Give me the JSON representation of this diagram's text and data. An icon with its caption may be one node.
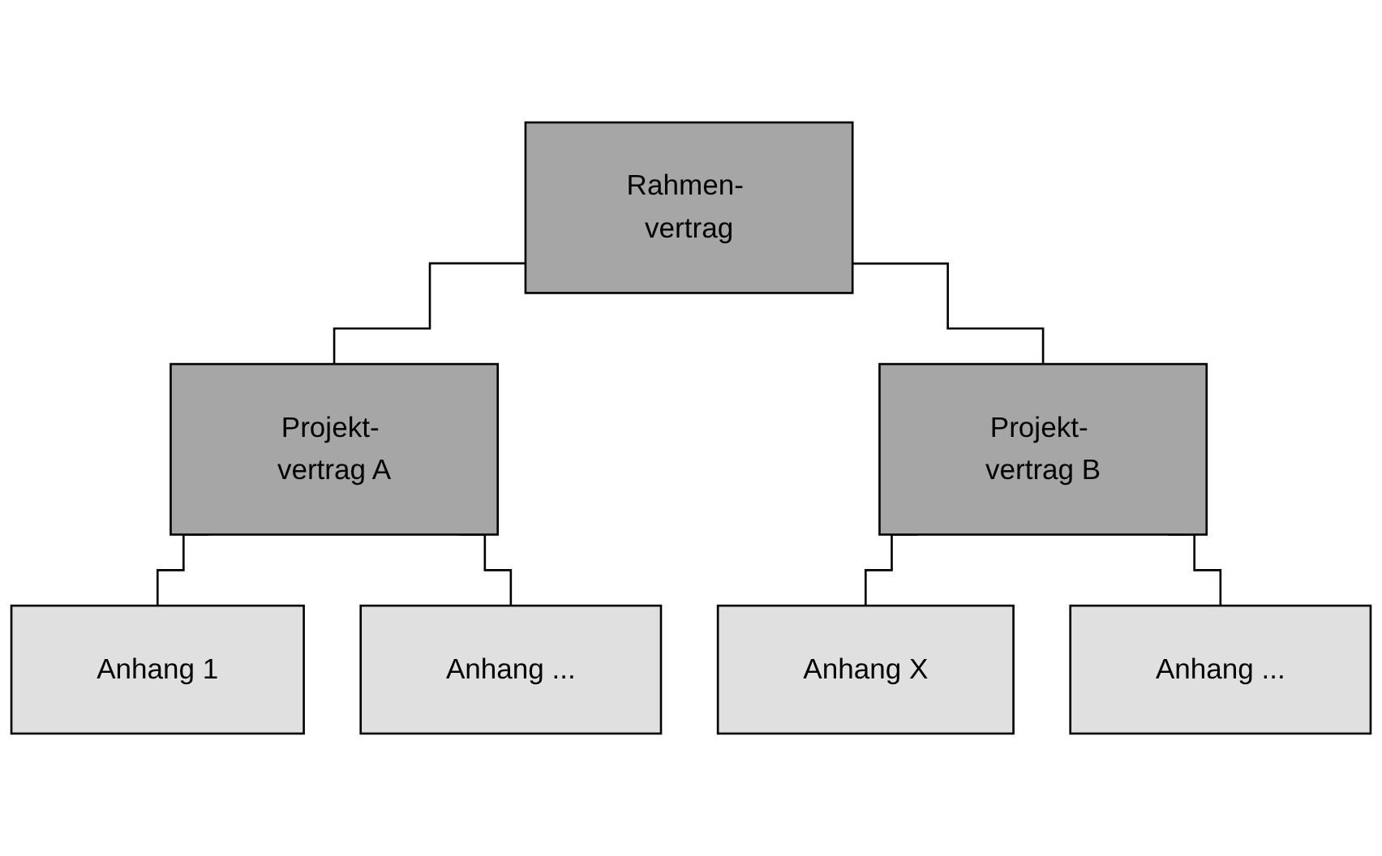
{
  "diagram": {
    "nodes": [
      {
        "text": [
          "Rahmen- vertrag"
        ]
      },
      {
        "text": [
          "Projekt- vertrag A"
        ]
      },
      {
        "text": [
          "Projekt- vertrag B"
        ]
      },
      {
        "text": [
          "Anhang 1"
        ]
      },
      {
        "text": [
          "Anhang ..."
        ]
      },
      {
        "text": [
          "Anhang X"
        ]
      },
      {
        "text": [
          "Anhang ..."
        ]
      }
    ],
    "edges": [
      {
        "from": 0,
        "to": 1,
        "arrow": "none"
      },
      {
        "from": 0,
        "to": 2,
        "arrow": "none"
      },
      {
        "from": 1,
        "to": 3,
        "arrow": "none"
      },
      {
        "from": 1,
        "to": 4,
        "arrow": "none"
      },
      {
        "from": 2,
        "to": 5,
        "arrow": "none"
      },
      {
        "from": 2,
        "to": 6,
        "arrow": "none"
      }
    ]
  }
}
